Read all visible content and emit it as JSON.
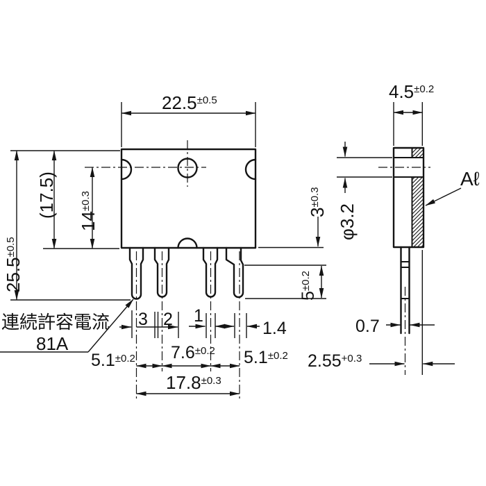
{
  "drawing": {
    "type": "component-package-dimension-drawing",
    "views": [
      "front",
      "side"
    ]
  },
  "front_view": {
    "overall_width": {
      "value": "22.5",
      "tol": "±0.5"
    },
    "overall_height": {
      "value": "25.5",
      "tol": "±0.5"
    },
    "body_height": {
      "value": "(17.5)"
    },
    "hole_to_bottom": {
      "value": "14",
      "tol": "±0.3"
    },
    "body_to_shoulder": {
      "value": "3",
      "tol": "±0.3"
    },
    "shoulder_to_tip": {
      "value": "5",
      "tol": "±0.2"
    },
    "pin_chain": {
      "c1": "3",
      "c2": "2",
      "c3": "1",
      "c4": "1.4"
    },
    "pitch_1_2": {
      "value": "5.1",
      "tol": "±0.2"
    },
    "pitch_2_3": {
      "value": "7.6",
      "tol": "±0.2"
    },
    "pitch_3_4": {
      "value": "5.1",
      "tol": "±0.2"
    },
    "pitch_total": {
      "value": "17.8",
      "tol": "±0.3"
    }
  },
  "side_view": {
    "thickness": {
      "value": "4.5",
      "tol": "±0.2"
    },
    "hole_diameter": {
      "value": "φ3.2"
    },
    "material_label": "Aℓ",
    "pin_thickness": {
      "value": "0.7"
    },
    "pin_to_back": {
      "value": "2.55",
      "tol": "+0.3"
    }
  },
  "callout": {
    "line1": "連続許容電流",
    "line2": "81A"
  },
  "colors": {
    "ink": "#141414",
    "paper": "#ffffff"
  }
}
